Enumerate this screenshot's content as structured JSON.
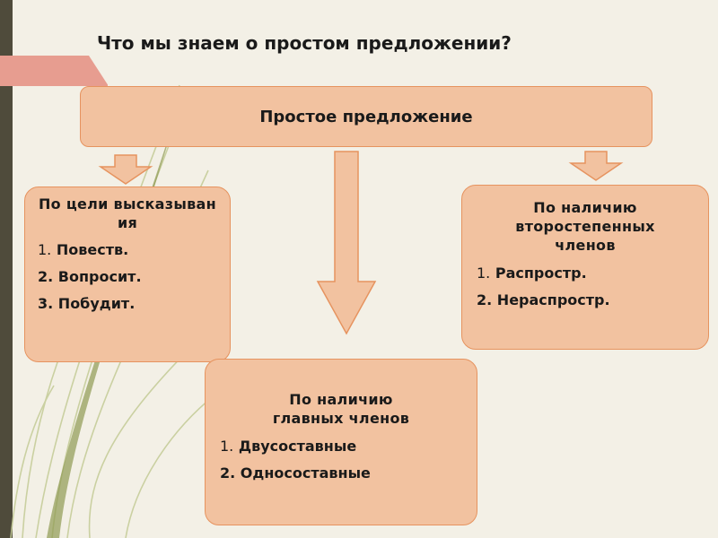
{
  "slide": {
    "title": "Что мы знаем о простом предложении?",
    "main_box": "Простое предложение",
    "goal": {
      "heading": "По цели высказывания",
      "items": [
        {
          "num": "1.",
          "text": "Повеств."
        },
        {
          "num": "2.",
          "text": "Вопросит."
        },
        {
          "num": "3.",
          "text": "Побудит."
        }
      ]
    },
    "major_members": {
      "heading_line1": "По наличию",
      "heading_line2": "главных членов",
      "items": [
        {
          "num": "1.",
          "text": "Двусоставные"
        },
        {
          "num": "2.",
          "text": "Односоставные"
        }
      ]
    },
    "secondary_members": {
      "heading_line1": "По наличию",
      "heading_line2": "второстепенных",
      "heading_line3": "членов",
      "items": [
        {
          "num": "1.",
          "text": "Распростр."
        },
        {
          "num": "2.",
          "text": "Нераспростр."
        }
      ]
    }
  },
  "colors": {
    "box_fill": "#f2c2a0",
    "box_border": "#e6935f",
    "background": "#f3f0e6",
    "accent": "#e79d90",
    "sidebar": "#4f4b3b"
  }
}
